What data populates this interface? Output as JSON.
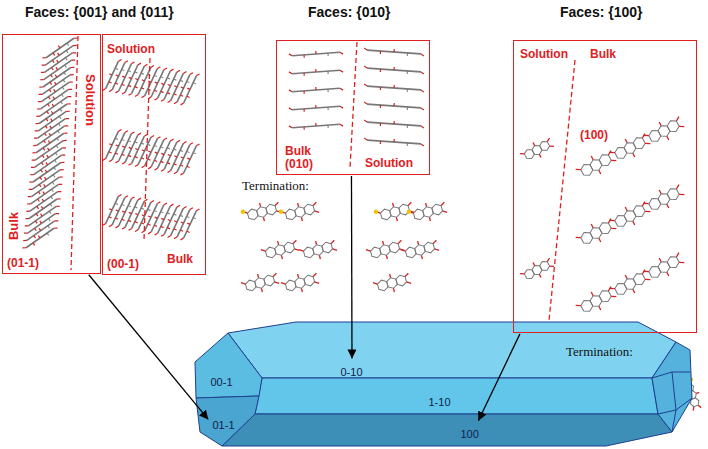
{
  "diagram": {
    "nodes": [
      {
        "text": [
          "Solution",
          "Bulk",
          "(01-1)"
        ]
      },
      {
        "text": [
          "Solution",
          "(00-1)",
          "Bulk"
        ]
      },
      {
        "text": [
          "Bulk",
          "(010)",
          "Solution"
        ]
      },
      {
        "text": [
          "Solution",
          "Bulk",
          "(100)"
        ]
      },
      {
        "text": [
          "0-10"
        ]
      },
      {
        "text": [
          "00-1"
        ]
      },
      {
        "text": [
          "1-10"
        ]
      },
      {
        "text": [
          "01-1"
        ]
      },
      {
        "text": [
          "100"
        ]
      }
    ],
    "edges": [
      {
        "from": 0,
        "to": 7,
        "arrow": "to"
      },
      {
        "from": 2,
        "to": 4,
        "arrow": "to"
      },
      {
        "from": 3,
        "to": 8,
        "arrow": "to"
      }
    ],
    "labels": [
      "Faces: {001} and {011}",
      "Faces: {010}",
      "Faces: {100}",
      "Termination:",
      "Termination:"
    ]
  }
}
